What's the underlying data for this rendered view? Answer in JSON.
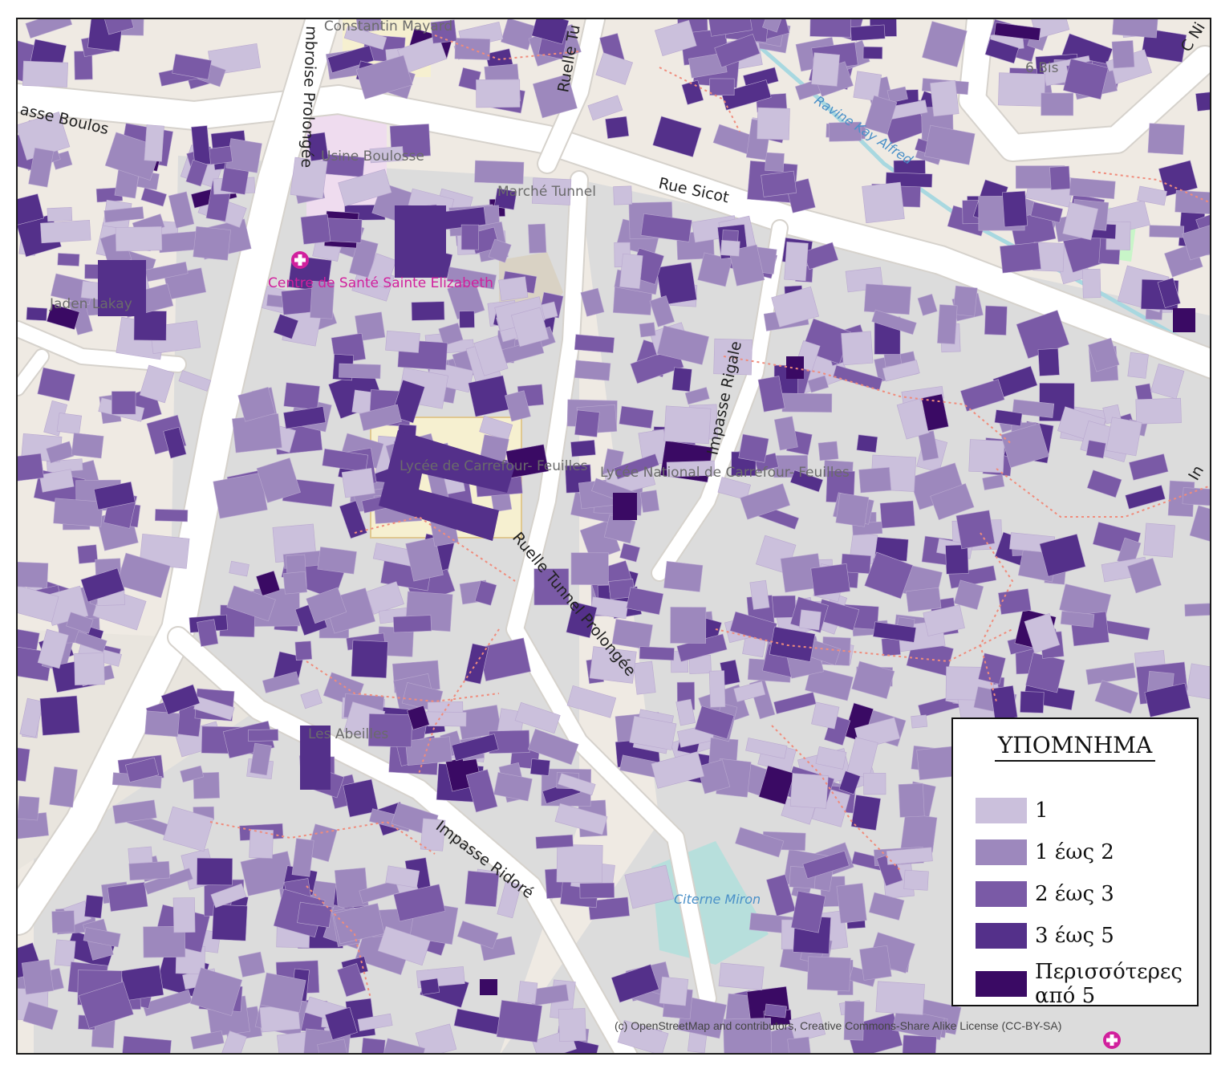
{
  "colors": {
    "background": "#efeae3",
    "landuse": "#dcdcdc",
    "road": "#ffffff",
    "road_casing": "#d6d2cc",
    "footpath": "#f08c7c",
    "stream": "#a8d8e0",
    "school_area": "#f6f0d0",
    "park": "#c8f5c8",
    "water_area": "#b7dfdc",
    "hospital_icon": "#d1209d"
  },
  "streets": [
    {
      "id": "ambroise-prolongee",
      "label": "mbroise Prolongée"
    },
    {
      "id": "impasse-boulos",
      "label": "asse Boulos"
    },
    {
      "id": "ruelle-tunnel-top",
      "label": "Ruelle Tu"
    },
    {
      "id": "rue-sicot",
      "label": "Rue Sicot"
    },
    {
      "id": "impasse-rigale",
      "label": "Impasse Rigale"
    },
    {
      "id": "ruelle-tunnel-prolongee",
      "label": "Ruelle Tunnel Prolongée"
    },
    {
      "id": "impasse-ridore",
      "label": "Impasse Ridoré"
    },
    {
      "id": "c-ni",
      "label": "C Ni"
    },
    {
      "id": "in-edge",
      "label": "In"
    }
  ],
  "pois": [
    {
      "id": "constant-mayard",
      "label": "Constantin Mayard"
    },
    {
      "id": "usine-boulosse",
      "label": "Usine Boulosse"
    },
    {
      "id": "marche-tunnel",
      "label": "Marché Tunnel"
    },
    {
      "id": "jaden-lakay",
      "label": "Jaden Lakay"
    },
    {
      "id": "lycee-carrefour",
      "label": "Lycée de Carrefour- Feuilles"
    },
    {
      "id": "lycee-national",
      "label": "Lycée National de Carrefour- Feuilles"
    },
    {
      "id": "les-abeilles",
      "label": "Les Abeilles"
    },
    {
      "id": "six-bis",
      "label": "6 Bis"
    },
    {
      "id": "citerne-miron",
      "label": "Citerne Miron"
    }
  ],
  "waterway": {
    "label": "Ravine Kay Alfred"
  },
  "health": {
    "label": "Centre de Santé Sainte Elizabeth",
    "icon": "hospital-cross-icon"
  },
  "legend": {
    "title": "ΥΠΟΜΝΗΜΑ",
    "classes": [
      {
        "label": "1",
        "color": "#cbc0dc"
      },
      {
        "label": "1 έως 2",
        "color": "#9d88bd"
      },
      {
        "label": "2 έως 3",
        "color": "#7a5aa6"
      },
      {
        "label": "3 έως 5",
        "color": "#54308a"
      },
      {
        "label": "Περισσότερες από 5",
        "color": "#3a0a64"
      }
    ]
  },
  "attribution": "(c) OpenStreetMap and contributors, Creative Commons-Share Alike License (CC-BY-SA)"
}
